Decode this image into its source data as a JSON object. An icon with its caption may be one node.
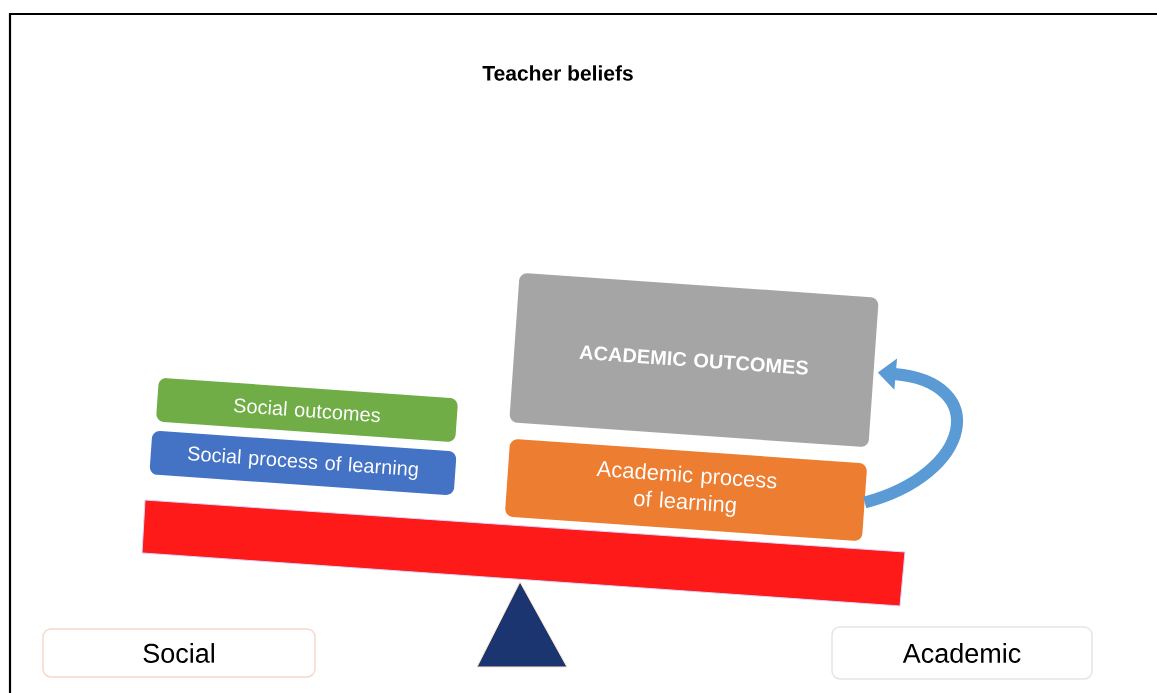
{
  "diagram": {
    "title": "Teacher beliefs",
    "nodes": [
      {
        "text": [
          "Social outcomes"
        ]
      },
      {
        "text": [
          "Social process of learning"
        ]
      },
      {
        "text": [
          "ACADEMIC OUTCOMES"
        ]
      },
      {
        "text": [
          "Academic process of learning"
        ]
      },
      {
        "text": [
          "Social"
        ]
      },
      {
        "text": [
          "Academic"
        ]
      }
    ],
    "edges": [
      {
        "from": 3,
        "to": 2,
        "arrow": "to",
        "color": "#5b9bd5"
      }
    ]
  }
}
